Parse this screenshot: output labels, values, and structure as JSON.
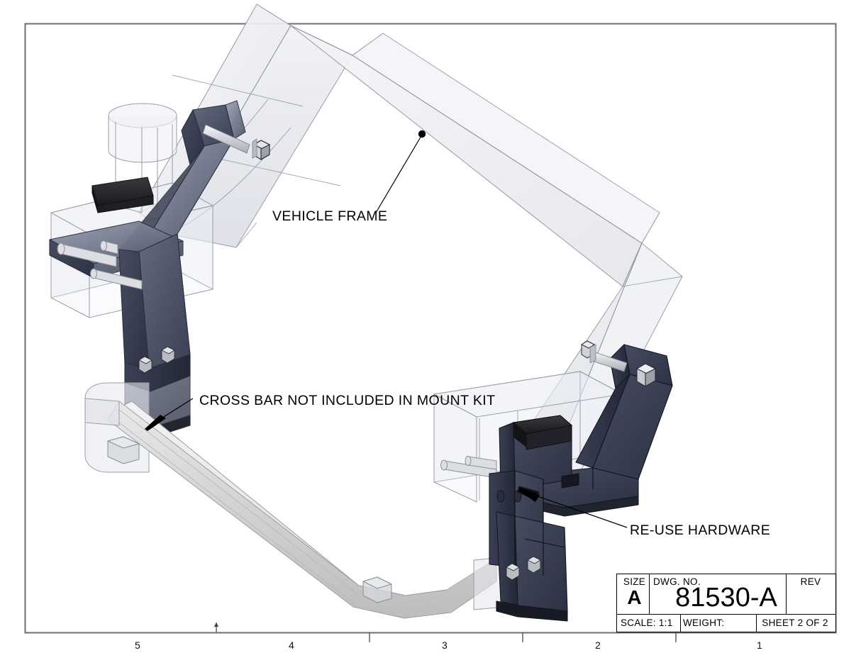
{
  "drawing": {
    "sheet_size_label": "SIZE",
    "sheet_size_value": "A",
    "dwg_no_label": "DWG.  NO.",
    "dwg_no_value": "81530-A",
    "rev_label": "REV",
    "rev_value": "",
    "scale": "SCALE: 1:1",
    "weight": "WEIGHT:",
    "sheet": "SHEET 2 OF 2"
  },
  "callouts": [
    {
      "id": "vehicle-frame",
      "text": "VEHICLE FRAME"
    },
    {
      "id": "cross-bar",
      "text": "CROSS BAR NOT INCLUDED IN MOUNT KIT"
    },
    {
      "id": "re-use-hardware",
      "text": "RE-USE HARDWARE"
    }
  ],
  "zones": [
    "5",
    "4",
    "3",
    "2",
    "1"
  ],
  "colors": {
    "border": "#6f6f6f",
    "line": "#3a3a3a",
    "bracket_dark": "#3c4256",
    "bracket_mid": "#585f74",
    "bracket_light": "#7e8498",
    "pad_black": "#2a2a2e",
    "frame_glass": "#eceef4",
    "crossbar": "#d8d8d8",
    "hardware": "#cfd2d8",
    "text": "#000000"
  }
}
